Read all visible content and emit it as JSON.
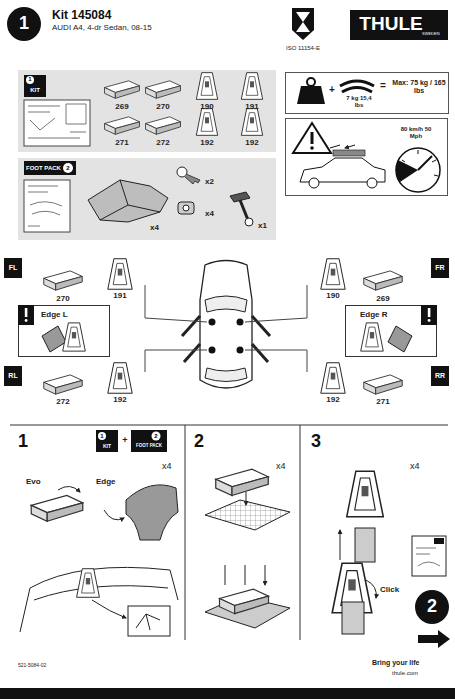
{
  "diagram": {
    "title": "Kit 145084",
    "nodes": [
      {
        "text": [
          "1",
          "KIT"
        ]
      },
      {
        "text": [
          "2",
          "FOOT PACK"
        ]
      },
      {
        "text": [
          "7 kg 15,4 lbs",
          "Max: 75 kg / 165 lbs"
        ]
      },
      {
        "text": [
          "80 km/h 50 Mph"
        ]
      },
      {
        "text": [
          "Edge L"
        ]
      },
      {
        "text": [
          "Edge R"
        ]
      },
      {
        "text": [
          "1"
        ]
      },
      {
        "text": [
          "2"
        ]
      },
      {
        "text": [
          "3"
        ]
      }
    ],
    "labels": [
      "AUDI A4, 4-dr Sedan, 08-15",
      "ISO 11154-E",
      "THULE",
      "SWEDEN",
      "1",
      "269",
      "270",
      "190",
      "191",
      "271",
      "272",
      "192",
      "192",
      "x4",
      "x2",
      "x4",
      "x1",
      "+",
      "=",
      "FL",
      "270",
      "191",
      "190",
      "269",
      "FR",
      "RL",
      "272",
      "192",
      "192",
      "271",
      "RR",
      "1",
      "KIT",
      "+",
      "2",
      "FOOT PACK",
      "x4",
      "Evo",
      "Edge",
      "x4",
      "x4",
      "Click",
      "2",
      "521-5084-02",
      "Bring your life",
      "thule.com"
    ]
  }
}
